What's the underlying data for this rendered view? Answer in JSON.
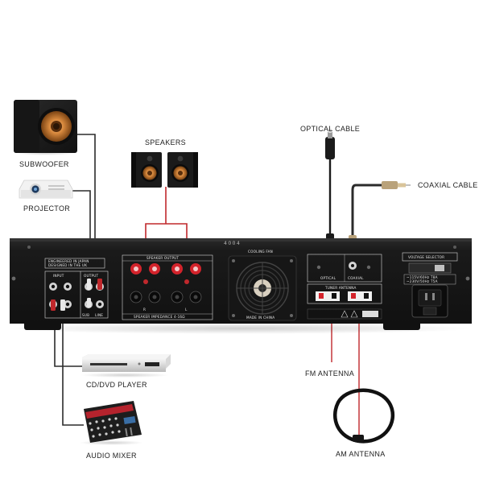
{
  "labels": {
    "subwoofer": "SUBWOOFER",
    "projector": "PROJECTOR",
    "speakers": "SPEAKERS",
    "optical_cable": "OPTICAL CABLE",
    "coaxial_cable": "COAXIAL CABLE",
    "fm_antenna": "FM ANTENNA",
    "cd_dvd_player": "CD/DVD PLAYER",
    "audio_mixer": "AUDIO MIXER",
    "am_antenna": "AM ANTENNA"
  },
  "panel": {
    "engineered_line1": "ENGINEERED IN JAPAN",
    "engineered_line2": "DESIGNED IN THE UK",
    "input": "INPUT",
    "output": "OUTPUT",
    "sub": "SUB",
    "line": "LINE",
    "speaker_output": "SPEAKER  OUTPUT",
    "speaker_impedance": "SPEAKER IMPEDANCE 4-16Ω",
    "r": "R",
    "l": "L",
    "cooling_fan": "COOLING FAN",
    "made_in_china": "MADE IN CHINA",
    "optical": "OPTICAL",
    "coaxial": "COAXIAL",
    "tuner_antenna": "TUNER ANTENNA",
    "voltage_selector": "VOLTAGE SELECTOR",
    "voltage_115": "~115V/60Hz T8A",
    "voltage_230": "~230V/50Hz T5A",
    "model_code": "4004"
  },
  "colors": {
    "chassis": "#1c1c1c",
    "cable_black": "#2b2b2b",
    "cable_red": "#c0282c",
    "terminal_red": "#d3232b",
    "panel_line": "#d8d8d8"
  }
}
